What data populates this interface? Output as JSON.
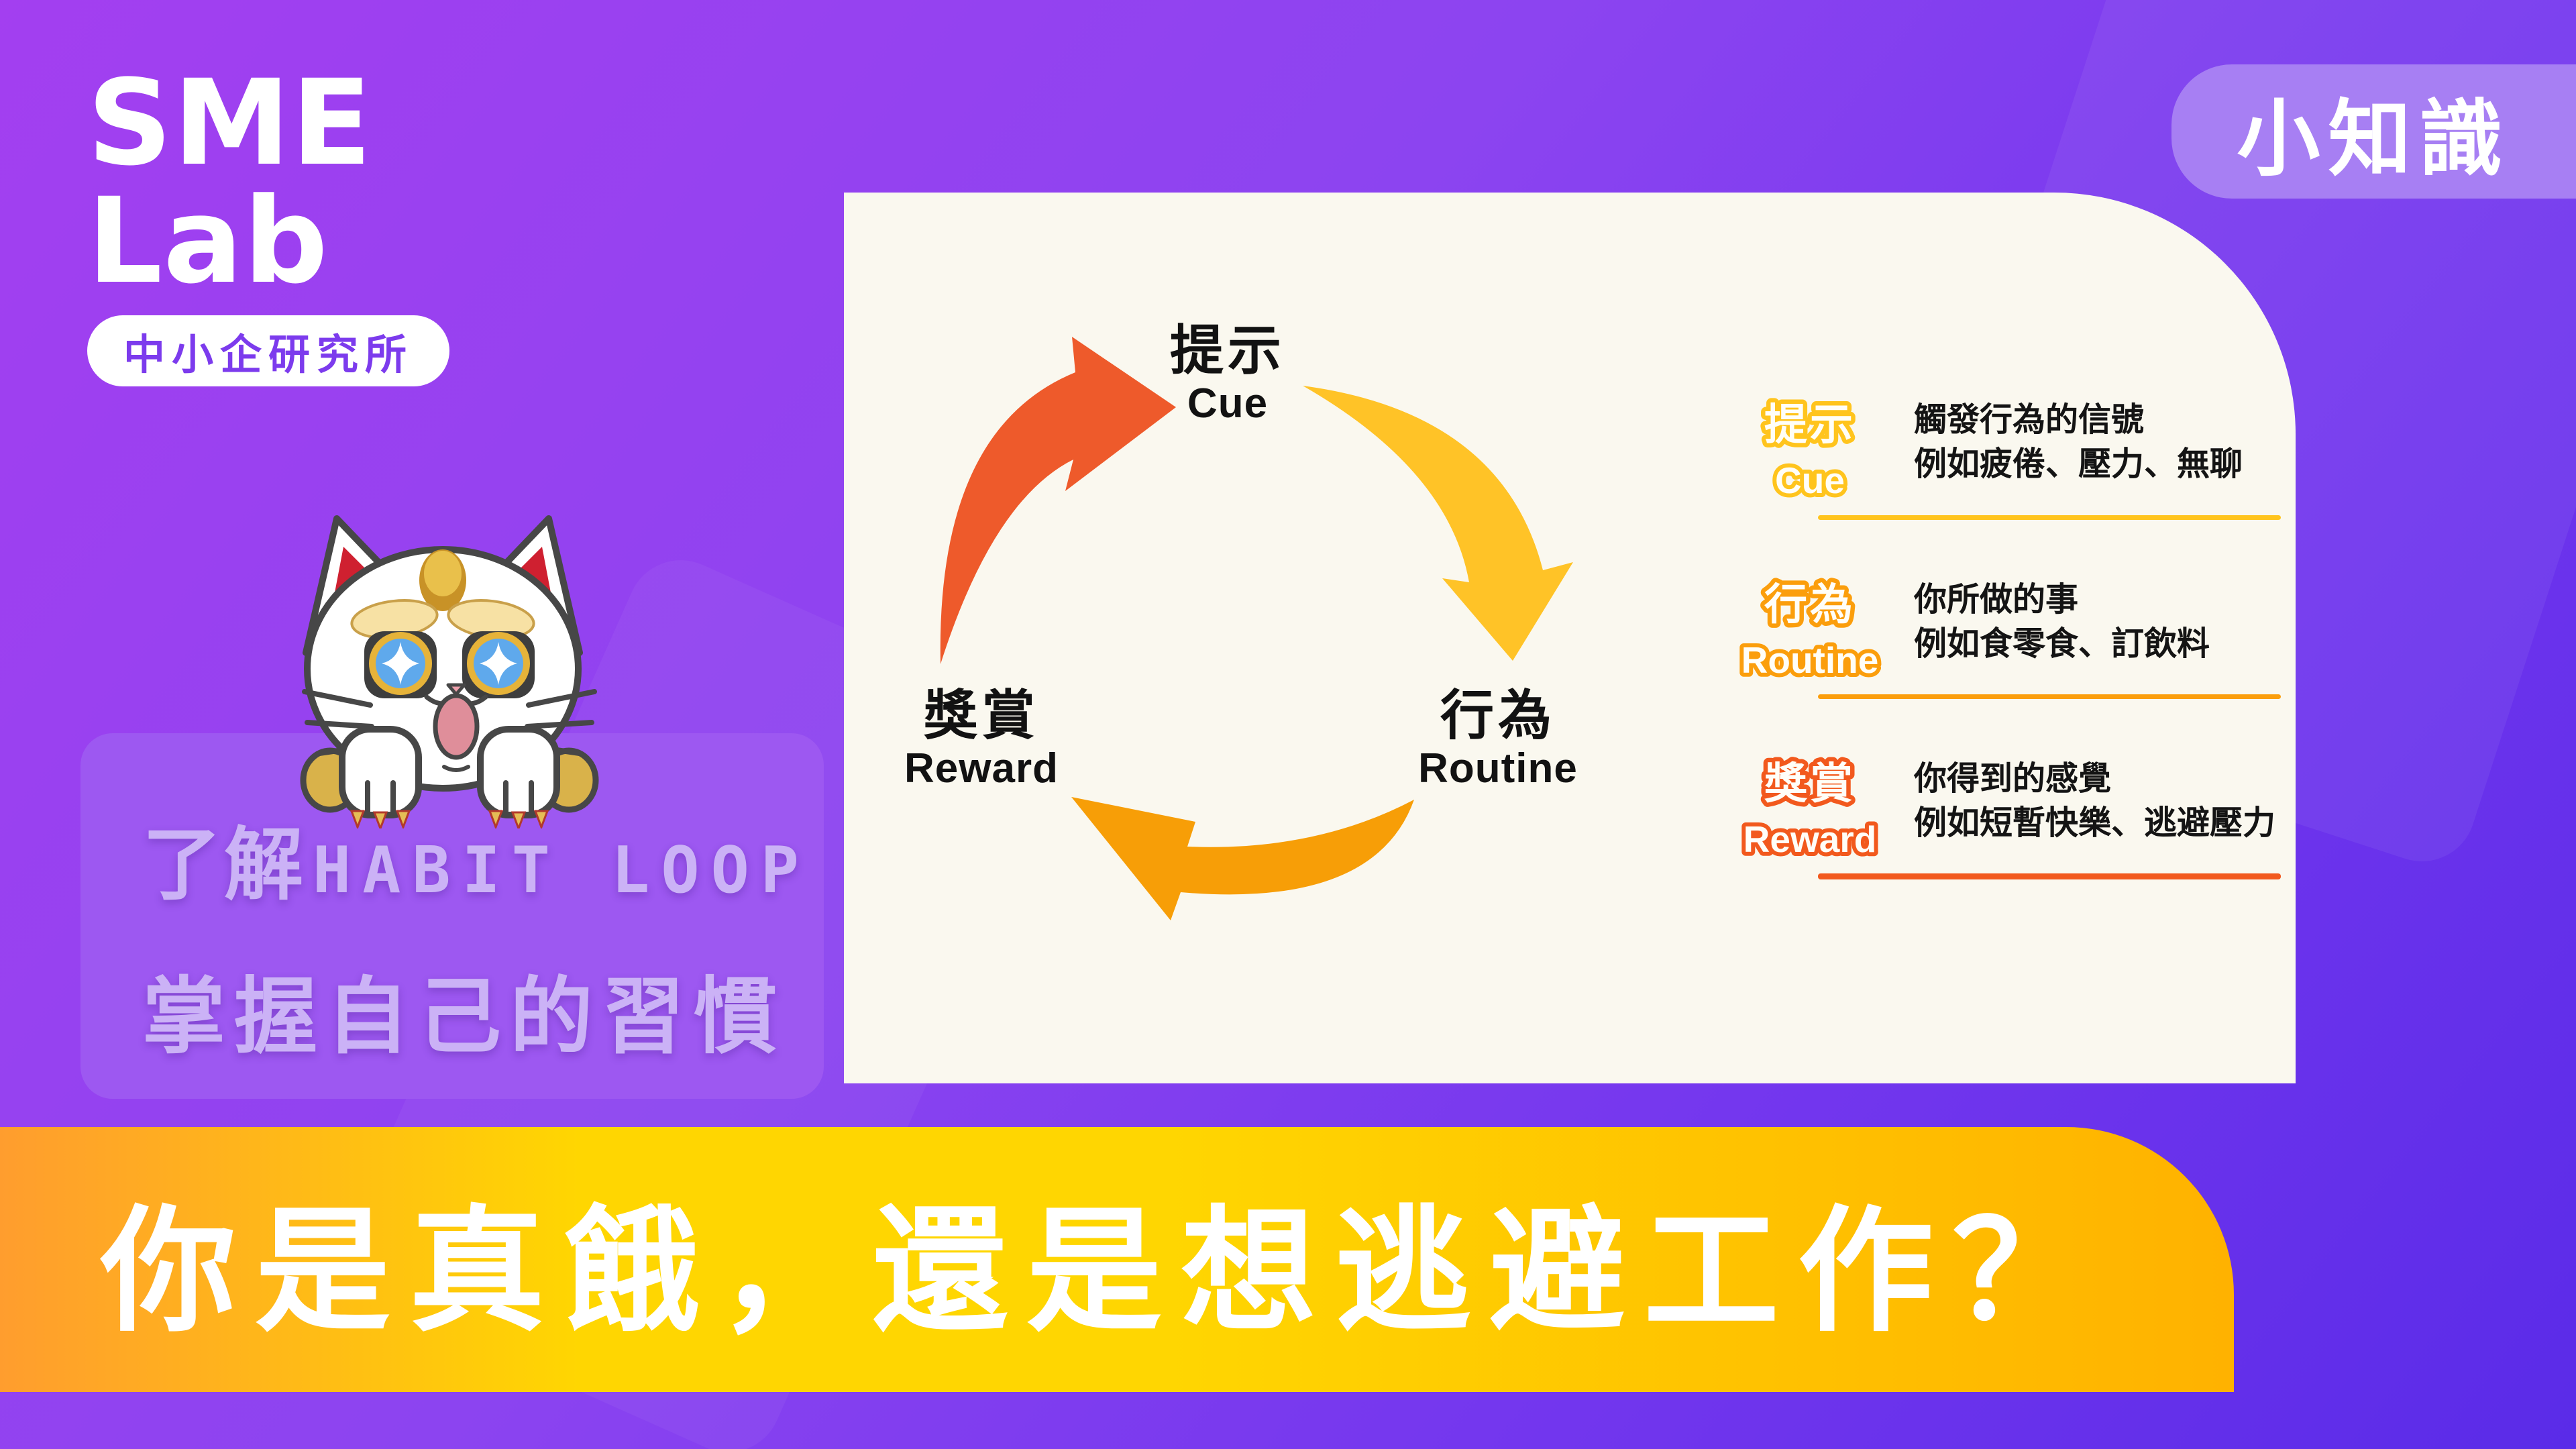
{
  "brand": {
    "name": "SME Lab",
    "subtitle": "中小企研究所"
  },
  "badge": {
    "label": "小知識"
  },
  "cycle": {
    "cue_zh": "提示",
    "cue_en": "Cue",
    "routine_zh": "行為",
    "routine_en": "Routine",
    "reward_zh": "獎賞",
    "reward_en": "Reward"
  },
  "definitions": [
    {
      "term_zh": "提示",
      "term_en": "Cue",
      "desc_line1": "觸發行為的信號",
      "desc_line2": "例如疲倦、壓力、無聊"
    },
    {
      "term_zh": "行為",
      "term_en": "Routine",
      "desc_line1": "你所做的事",
      "desc_line2": "例如食零食、訂飲料"
    },
    {
      "term_zh": "獎賞",
      "term_en": "Reward",
      "desc_line1": "你得到的感覺",
      "desc_line2": "例如短暫快樂、逃避壓力"
    }
  ],
  "slogan": {
    "prefix": "了解",
    "keyword": "HABIT LOOP",
    "line2": "掌握自己的習慣"
  },
  "headline": "你是真餓，還是想逃避工作？",
  "colors": {
    "background_top": "#A33FF0",
    "background_bottom": "#5A2BE8",
    "card": "#FAF8EF",
    "badge": "#A77FF3",
    "banner_orange": "#FF9D2E",
    "banner_yellow": "#FFD601",
    "banner_amber": "#FFB200",
    "arrow_red": "#EE5A2B",
    "arrow_yellow": "#FFC327",
    "arrow_orange": "#F79E07",
    "cue_accent": "#FFC41D",
    "routine_accent": "#FB9E0C",
    "reward_accent": "#F2591D",
    "brand_purple": "#7C3BED",
    "slogan_text": "#CBB2F6"
  }
}
